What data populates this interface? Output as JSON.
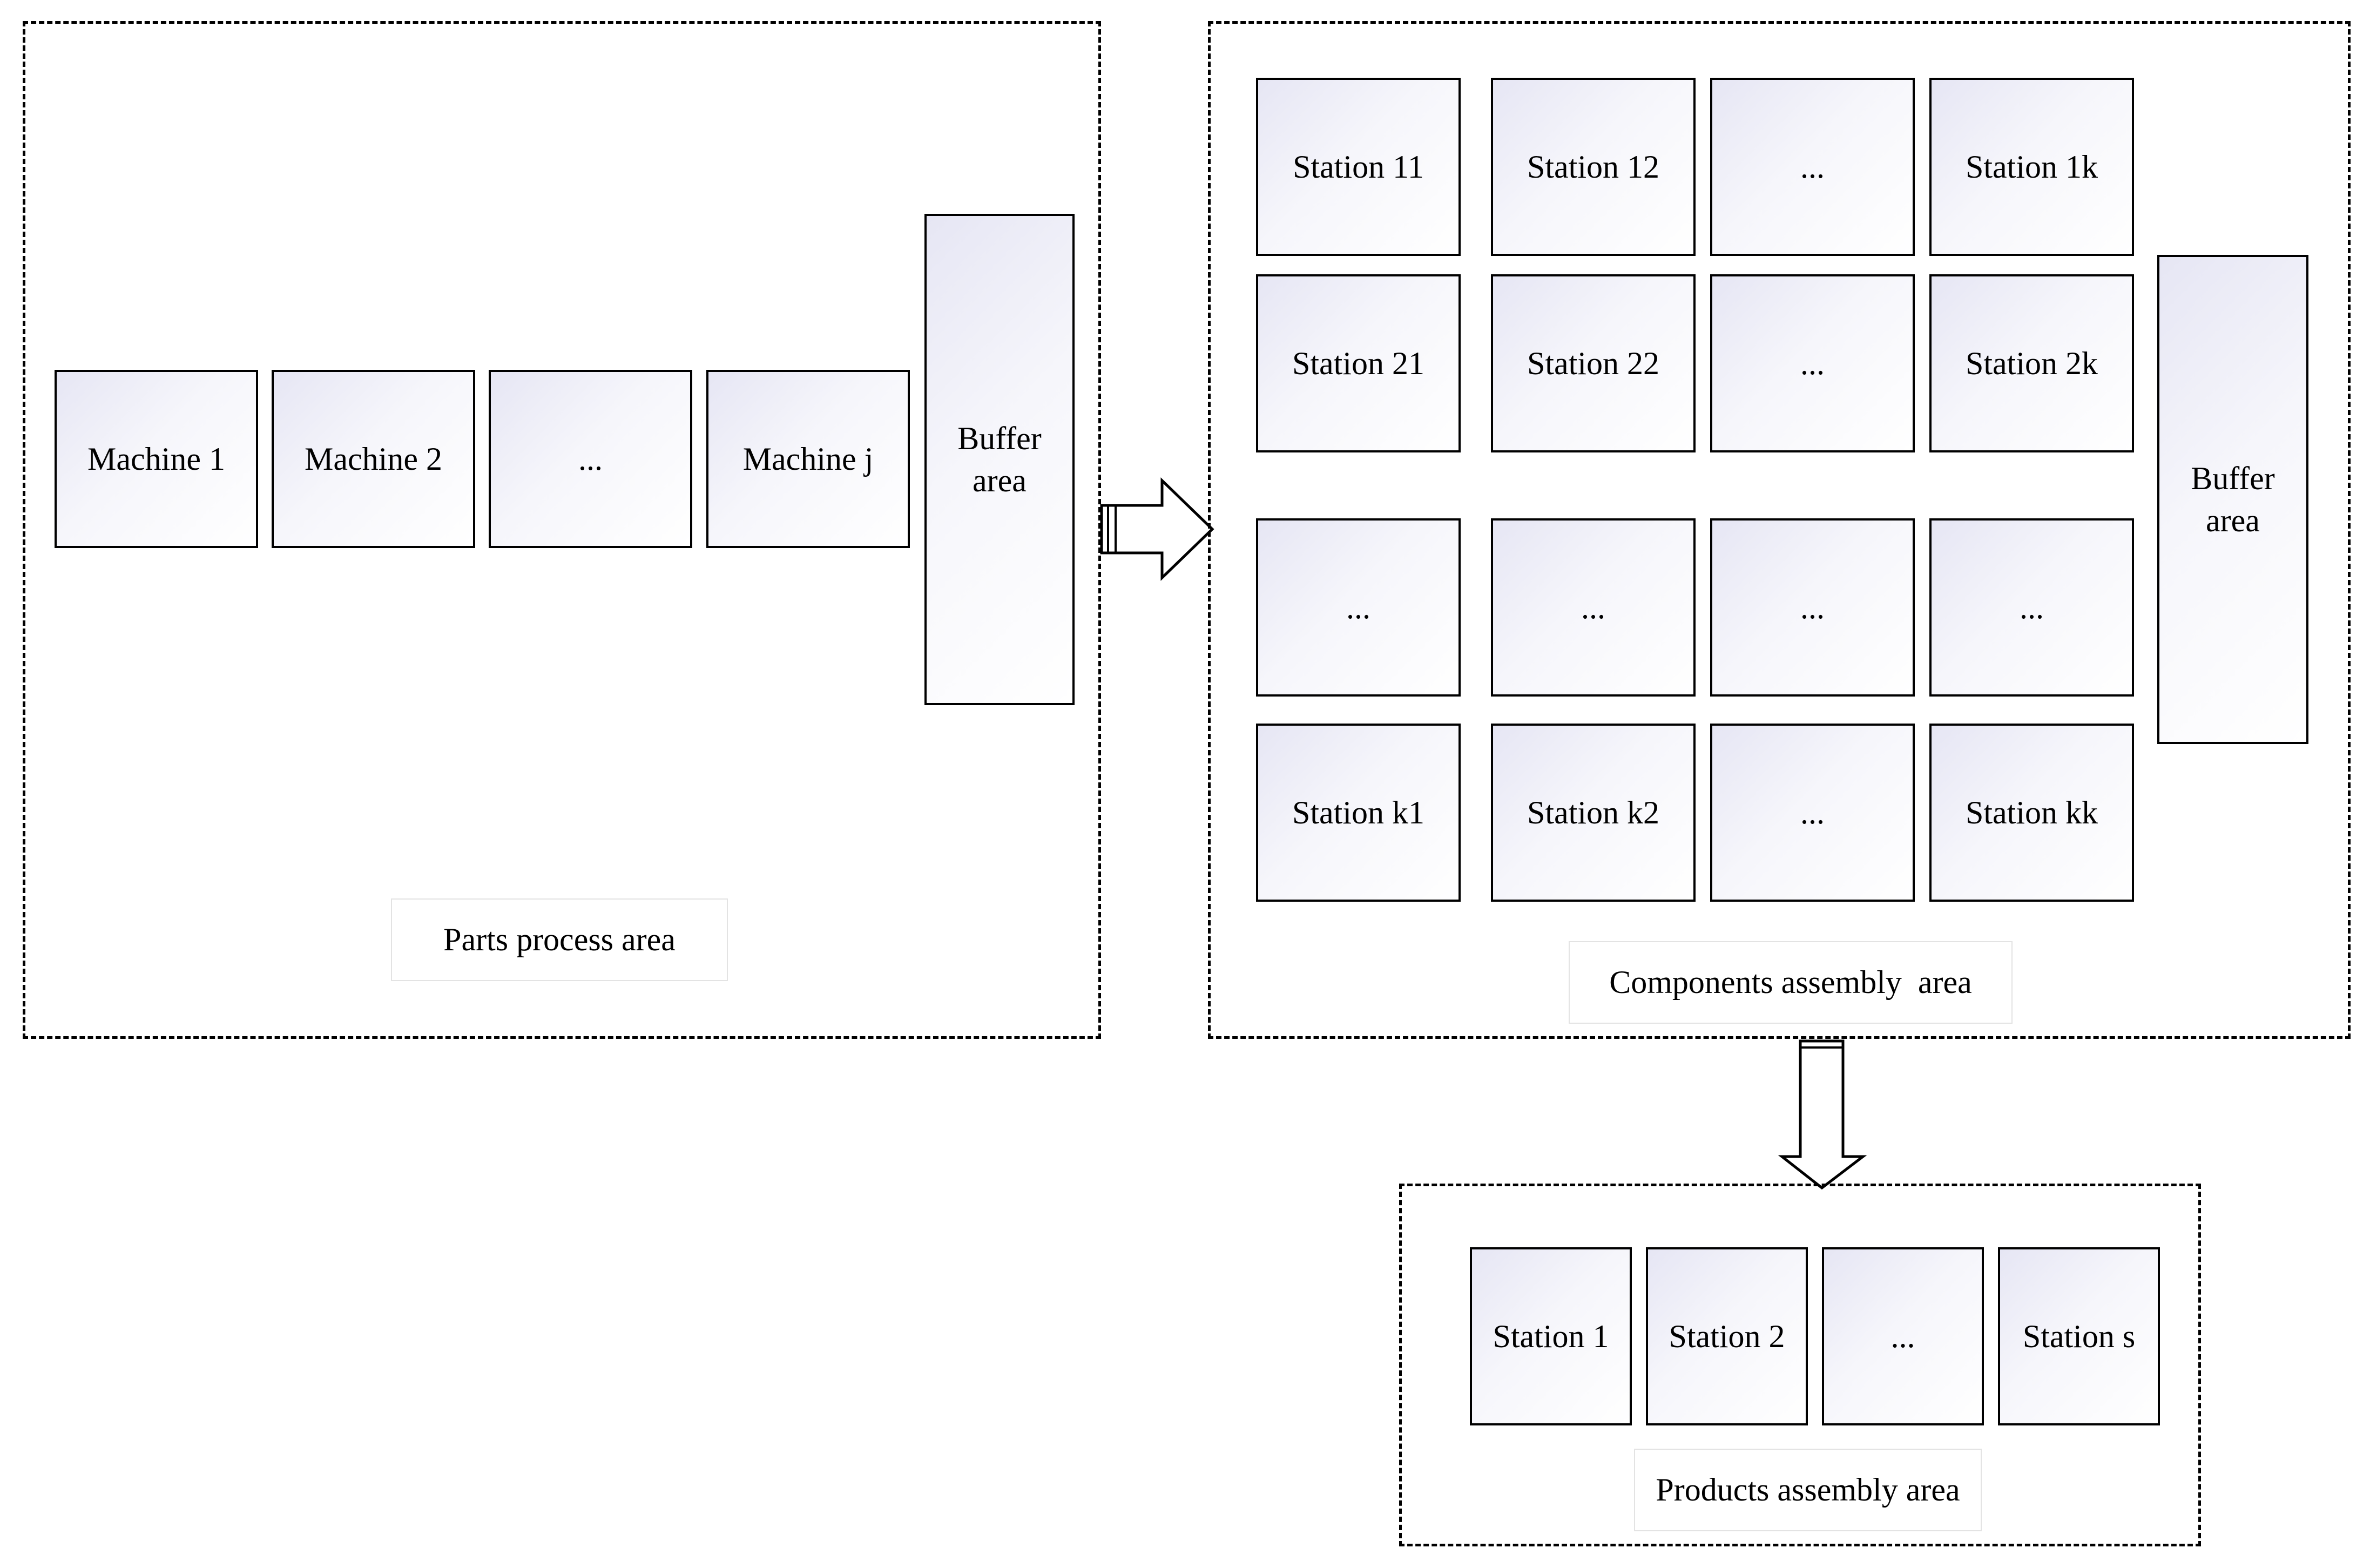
{
  "parts_area": {
    "label": "Parts process area",
    "machines": [
      "Machine 1",
      "Machine 2",
      "...",
      "Machine j"
    ],
    "buffer": [
      "Buffer",
      "area"
    ]
  },
  "components_area": {
    "label": "Components assembly  area",
    "stations": [
      [
        "Station 11",
        "Station 12",
        "...",
        "Station 1k"
      ],
      [
        "Station 21",
        "Station 22",
        "...",
        "Station 2k"
      ],
      [
        "...",
        "...",
        "...",
        "..."
      ],
      [
        "Station k1",
        "Station k2",
        "...",
        "Station kk"
      ]
    ],
    "buffer": [
      "Buffer",
      "area"
    ]
  },
  "products_area": {
    "label": "Products assembly area",
    "stations": [
      "Station 1",
      "Station 2",
      "...",
      "Station s"
    ]
  }
}
